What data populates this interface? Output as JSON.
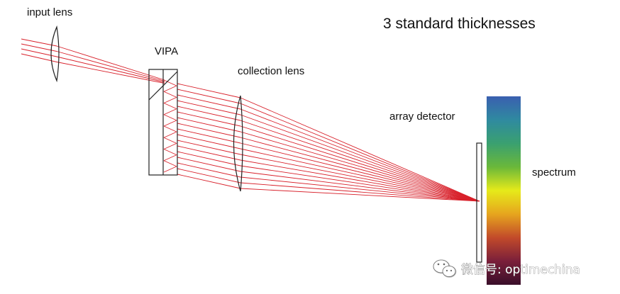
{
  "labels": {
    "input_lens": "input lens",
    "vipa": "VIPA",
    "collection_lens": "collection lens",
    "title": "3 standard thicknesses",
    "array_detector": "array detector",
    "spectrum": "spectrum"
  },
  "watermark": {
    "icon": "wechat-icon",
    "text": "微信号: optimechina"
  },
  "colors": {
    "ray": "#d8202a",
    "outline": "#222222",
    "spectrum_gradient": [
      "#3a5fb0",
      "#2f8aa0",
      "#3aa070",
      "#6ab83a",
      "#e6ea1a",
      "#e6a51e",
      "#c24a2a",
      "#7a1f3a",
      "#3a0f2a"
    ]
  }
}
